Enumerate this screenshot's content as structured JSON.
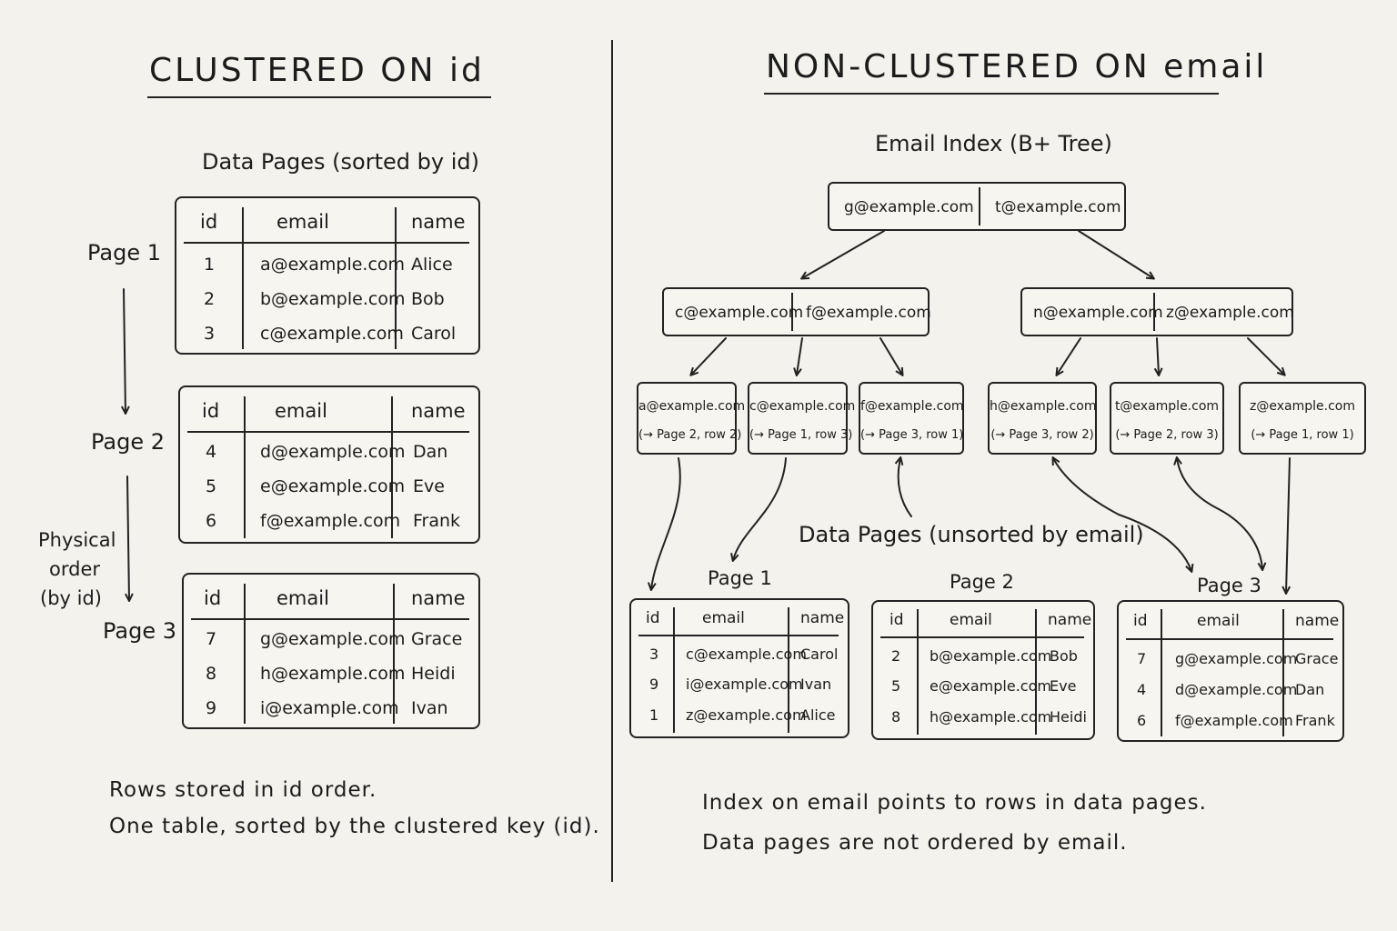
{
  "left": {
    "title": "CLUSTERED ON id",
    "pages_label": "Data Pages (sorted by id)",
    "page_labels": [
      "Page 1",
      "Page 2",
      "Page 3"
    ],
    "physical_order": [
      "Physical",
      "order",
      "(by id)"
    ],
    "headers": [
      "id",
      "email",
      "name"
    ],
    "tables": [
      [
        [
          "1",
          "a@example.com",
          "Alice"
        ],
        [
          "2",
          "b@example.com",
          "Bob"
        ],
        [
          "3",
          "c@example.com",
          "Carol"
        ]
      ],
      [
        [
          "4",
          "d@example.com",
          "Dan"
        ],
        [
          "5",
          "e@example.com",
          "Eve"
        ],
        [
          "6",
          "f@example.com",
          "Frank"
        ]
      ],
      [
        [
          "7",
          "g@example.com",
          "Grace"
        ],
        [
          "8",
          "h@example.com",
          "Heidi"
        ],
        [
          "9",
          "i@example.com",
          "Ivan"
        ]
      ]
    ],
    "notes": [
      "Rows stored in id order.",
      "One table, sorted by the clustered key (id)."
    ]
  },
  "right": {
    "title": "NON-CLUSTERED ON email",
    "index_label": "Email Index (B+ Tree)",
    "root": [
      "g@example.com",
      "t@example.com"
    ],
    "level2": [
      [
        "c@example.com",
        "f@example.com"
      ],
      [
        "n@example.com",
        "z@example.com"
      ]
    ],
    "leaves": [
      {
        "key": "a@example.com",
        "ptr": "(→ Page 2, row 2)"
      },
      {
        "key": "c@example.com",
        "ptr": "(→ Page 1, row 3)"
      },
      {
        "key": "f@example.com",
        "ptr": "(→ Page 3, row 1)"
      },
      {
        "key": "h@example.com",
        "ptr": "(→ Page 3, row 2)"
      },
      {
        "key": "t@example.com",
        "ptr": "(→ Page 2, row 3)"
      },
      {
        "key": "z@example.com",
        "ptr": "(→ Page 1, row 1)"
      }
    ],
    "pages_label": "Data Pages (unsorted by email)",
    "page_labels": [
      "Page 1",
      "Page 2",
      "Page 3"
    ],
    "headers": [
      "id",
      "email",
      "name"
    ],
    "tables": [
      [
        [
          "3",
          "c@example.com",
          "Carol"
        ],
        [
          "9",
          "i@example.com",
          "Ivan"
        ],
        [
          "1",
          "z@example.com",
          "Alice"
        ]
      ],
      [
        [
          "2",
          "b@example.com",
          "Bob"
        ],
        [
          "5",
          "e@example.com",
          "Eve"
        ],
        [
          "8",
          "h@example.com",
          "Heidi"
        ]
      ],
      [
        [
          "7",
          "g@example.com",
          "Grace"
        ],
        [
          "4",
          "d@example.com",
          "Dan"
        ],
        [
          "6",
          "f@example.com",
          "Frank"
        ]
      ]
    ],
    "notes": [
      "Index on email points to rows in data pages.",
      "Data pages are not ordered by email."
    ]
  }
}
